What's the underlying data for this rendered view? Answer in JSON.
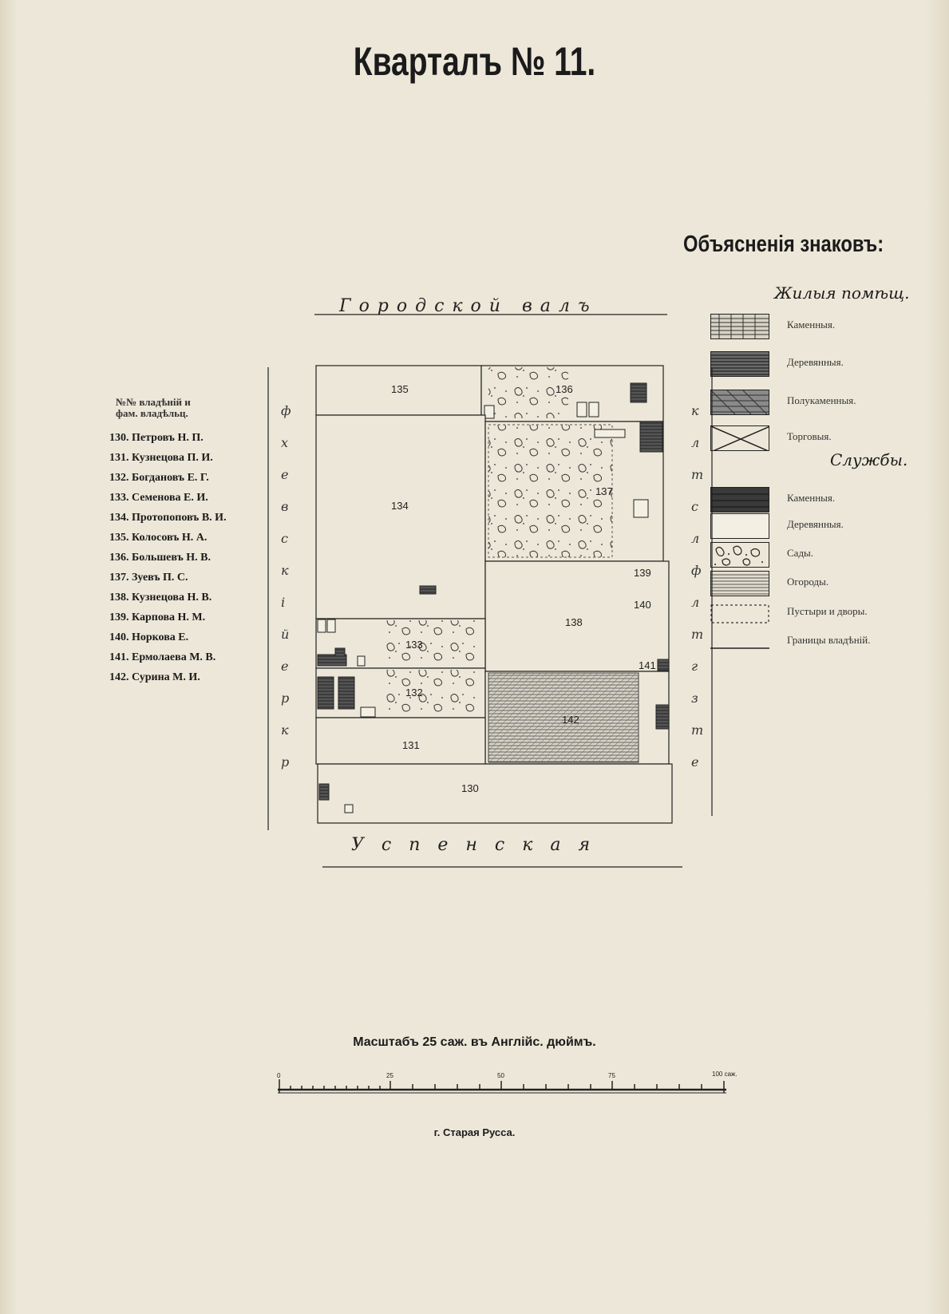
{
  "title": "Кварталъ № 11.",
  "legend": {
    "title": "Объясненія знаковъ:",
    "residential_heading": "Жилыя помѣщ.",
    "residential": [
      {
        "label": "Каменныя.",
        "pattern": "stone"
      },
      {
        "label": "Деревянныя.",
        "pattern": "wood"
      },
      {
        "label": "Полукаменныя.",
        "pattern": "halfstone"
      },
      {
        "label": "Торговыя.",
        "pattern": "trade"
      }
    ],
    "service_heading": "Службы.",
    "service": [
      {
        "label": "Каменныя.",
        "pattern": "stone-dark"
      },
      {
        "label": "Деревянныя.",
        "pattern": "plain"
      },
      {
        "label": "Сады.",
        "pattern": "garden"
      },
      {
        "label": "Огороды.",
        "pattern": "vegetable"
      },
      {
        "label": "Пустыри и дворы.",
        "pattern": "dotted"
      },
      {
        "label": "Границы владѣній.",
        "pattern": "line"
      }
    ]
  },
  "owners": {
    "heading_line1": "№№ владѣній и",
    "heading_line2": "фам. владѣльц.",
    "list": [
      "130. Петровъ Н. П.",
      "131. Кузнецова П. И.",
      "132. Богдановъ Е. Г.",
      "133. Семенова Е. И.",
      "134. Протопоповъ В. И.",
      "135. Колосовъ Н. А.",
      "136. Большевъ Н. В.",
      "137. Зуевъ П. С.",
      "138. Кузнецова Н. В.",
      "139. Карпова Н. М.",
      "140. Норкова Е.",
      "141. Ермолаева М. В.",
      "142. Сурина М. И."
    ]
  },
  "map": {
    "street_top": "Городской валъ",
    "street_bottom": "Успенская",
    "plots": [
      "135",
      "136",
      "134",
      "137",
      "139",
      "140",
      "138",
      "133",
      "132",
      "141",
      "142",
      "131",
      "130"
    ]
  },
  "scale": {
    "label": "Масштабъ 25 саж. въ Англійс. дюймъ.",
    "ticks": [
      "0",
      "25",
      "50",
      "75",
      "100 саж."
    ]
  },
  "city": "г. Старая Русса."
}
